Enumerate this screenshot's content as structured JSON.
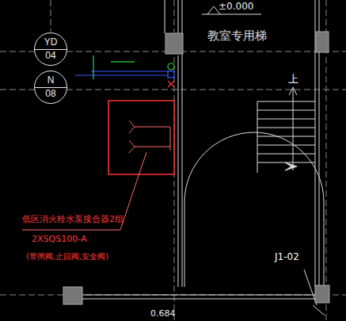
{
  "diagram": {
    "nodes": [
      {
        "text": [
          "YD",
          "04"
        ]
      },
      {
        "text": [
          "N",
          "08"
        ]
      }
    ],
    "labels": [
      "±0.000",
      "教室专用梯",
      "上",
      "低区消火栓水泵接合器2组",
      "2XSQS100-A",
      "(带闸阀,止回阀,安全阀)",
      "J1-02",
      "0.684"
    ]
  }
}
